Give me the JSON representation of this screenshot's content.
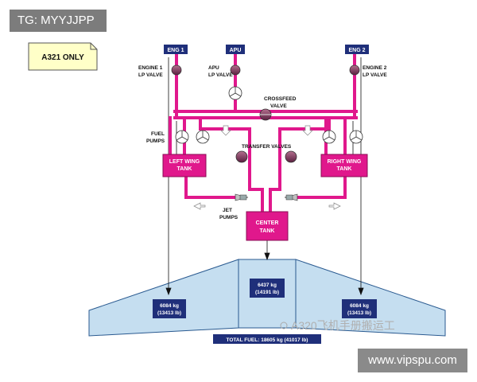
{
  "corner_tag": "TG: MYYJJPP",
  "model_note": "A321 ONLY",
  "labels": {
    "eng1_box": "ENG 1",
    "apu_box": "APU",
    "eng2_box": "ENG 2",
    "eng1_valve_l1": "ENGINE 1",
    "eng1_valve_l2": "LP VALVE",
    "apu_valve_l1": "APU",
    "apu_valve_l2": "LP VALVE",
    "eng2_valve_l1": "ENGINE 2",
    "eng2_valve_l2": "LP VALVE",
    "crossfeed_l1": "CROSSFEED",
    "crossfeed_l2": "VALVE",
    "fuel_pumps_l1": "FUEL",
    "fuel_pumps_l2": "PUMPS",
    "transfer_valves": "TRANSFER VALVES",
    "jet_pumps_l1": "JET",
    "jet_pumps_l2": "PUMPS",
    "left_tank_l1": "LEFT WING",
    "left_tank_l2": "TANK",
    "right_tank_l1": "RIGHT WING",
    "right_tank_l2": "TANK",
    "center_tank_l1": "CENTER",
    "center_tank_l2": "TANK"
  },
  "quantities": {
    "left_kg": "6084 kg",
    "left_lb": "(13413 lb)",
    "center_kg": "6437 kg",
    "center_lb": "(14191 lb)",
    "right_kg": "6084 kg",
    "right_lb": "(13413 lb)",
    "total": "TOTAL FUEL: 18605 kg (41017 lb)"
  },
  "watermark": "A320飞机手册搬运工",
  "site_badge": "www.vipspu.com",
  "colors": {
    "pipe": "#e0188c",
    "valve": "#7a3a5c",
    "wing_fill": "#c5def0",
    "wing_stroke": "#2a5a90",
    "box_fill": "#1f2f7a"
  }
}
